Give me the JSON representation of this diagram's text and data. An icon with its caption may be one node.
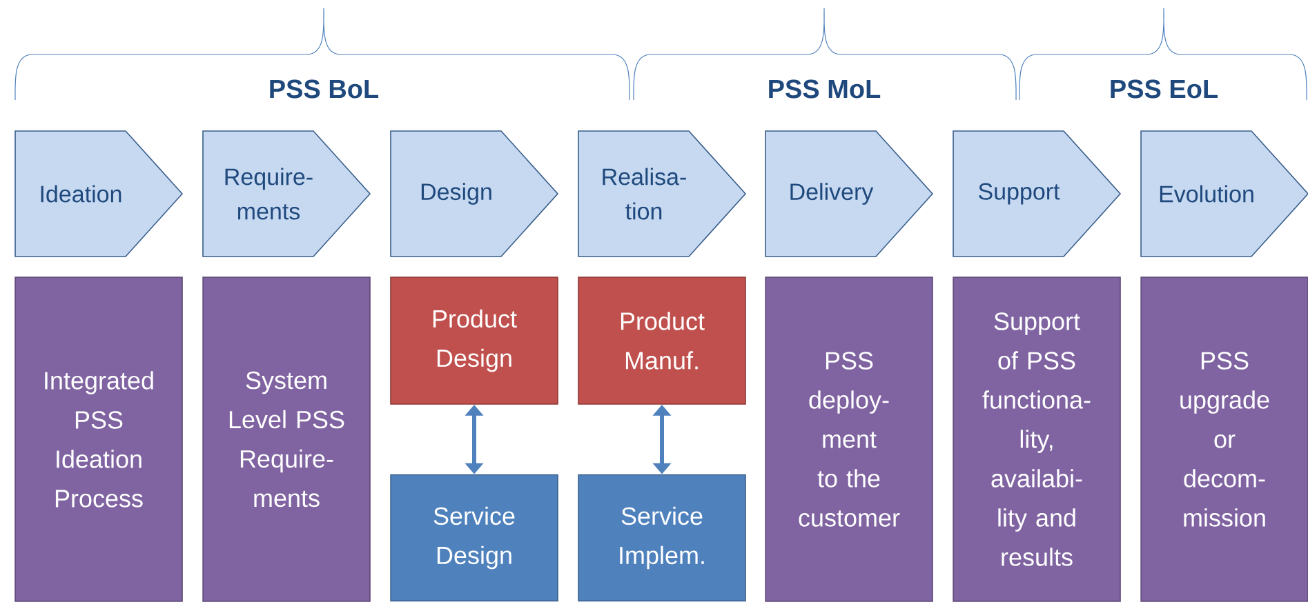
{
  "diagram": {
    "nodes": [
      {
        "text": [
          "Ideation"
        ]
      },
      {
        "text": [
          "Require- ments"
        ]
      },
      {
        "text": [
          "Design"
        ]
      },
      {
        "text": [
          "Realisa- tion"
        ]
      },
      {
        "text": [
          "Delivery"
        ]
      },
      {
        "text": [
          "Support"
        ]
      },
      {
        "text": [
          "Evolution"
        ]
      },
      {
        "text": [
          "Integrated PSS Ideation Process"
        ]
      },
      {
        "text": [
          "System Level PSS Require- ments"
        ]
      },
      {
        "text": [
          "Product Design"
        ]
      },
      {
        "text": [
          "Service Design"
        ]
      },
      {
        "text": [
          "Product Manuf."
        ]
      },
      {
        "text": [
          "Service Implem."
        ]
      },
      {
        "text": [
          "PSS deploy- ment to the customer"
        ]
      },
      {
        "text": [
          "Support of PSS functiona- lity, availabi- lity and results"
        ]
      },
      {
        "text": [
          "PSS upgrade or decom- mission"
        ]
      }
    ],
    "edges": [
      {
        "from": 9,
        "to": 10,
        "arrow": "both"
      },
      {
        "from": 11,
        "to": 12,
        "arrow": "both"
      }
    ],
    "labels": [
      "PSS BoL",
      "PSS MoL",
      "PSS EoL"
    ]
  }
}
